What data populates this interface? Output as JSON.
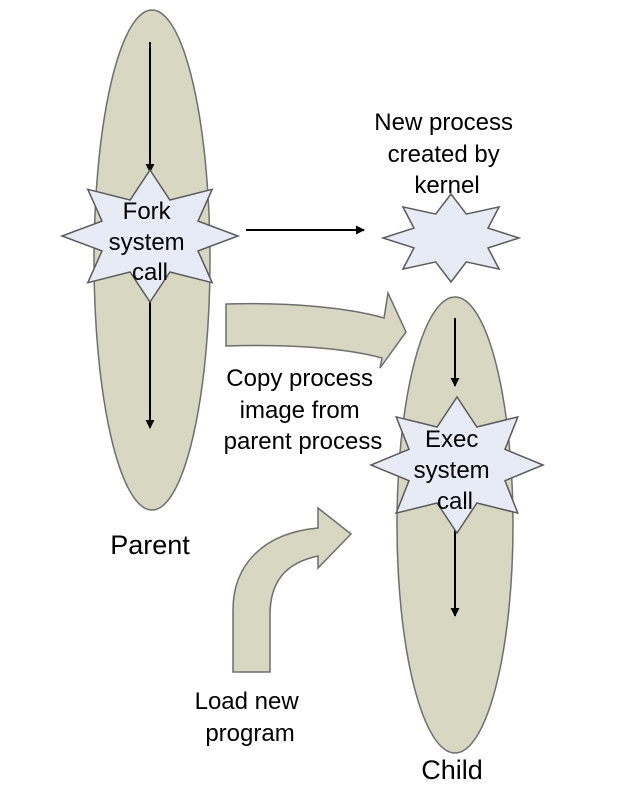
{
  "colors": {
    "oval_fill": "#d7d7c2",
    "oval_stroke": "#6e6e6e",
    "star_fill": "#e7ebf5",
    "star_stroke": "#5a5a5a",
    "arrow": "#000000",
    "block_arrow_fill": "#d7d7c2",
    "block_arrow_stroke": "#6e6e6e"
  },
  "parent": {
    "label": "Parent"
  },
  "child": {
    "label": "Child"
  },
  "fork_star": {
    "lines": [
      "Fork",
      "system",
      "call"
    ]
  },
  "exec_star": {
    "lines": [
      "Exec",
      "system",
      "call"
    ]
  },
  "new_process_note": {
    "lines": [
      "New process",
      "created by",
      "kernel"
    ]
  },
  "copy_note": {
    "lines": [
      "Copy process",
      "image from",
      "parent process"
    ]
  },
  "load_note": {
    "lines": [
      "Load new",
      "program"
    ]
  },
  "icons": {
    "fork_star": "star-8-point-icon",
    "exec_star": "star-8-point-icon",
    "new_process_star": "star-8-point-icon"
  }
}
